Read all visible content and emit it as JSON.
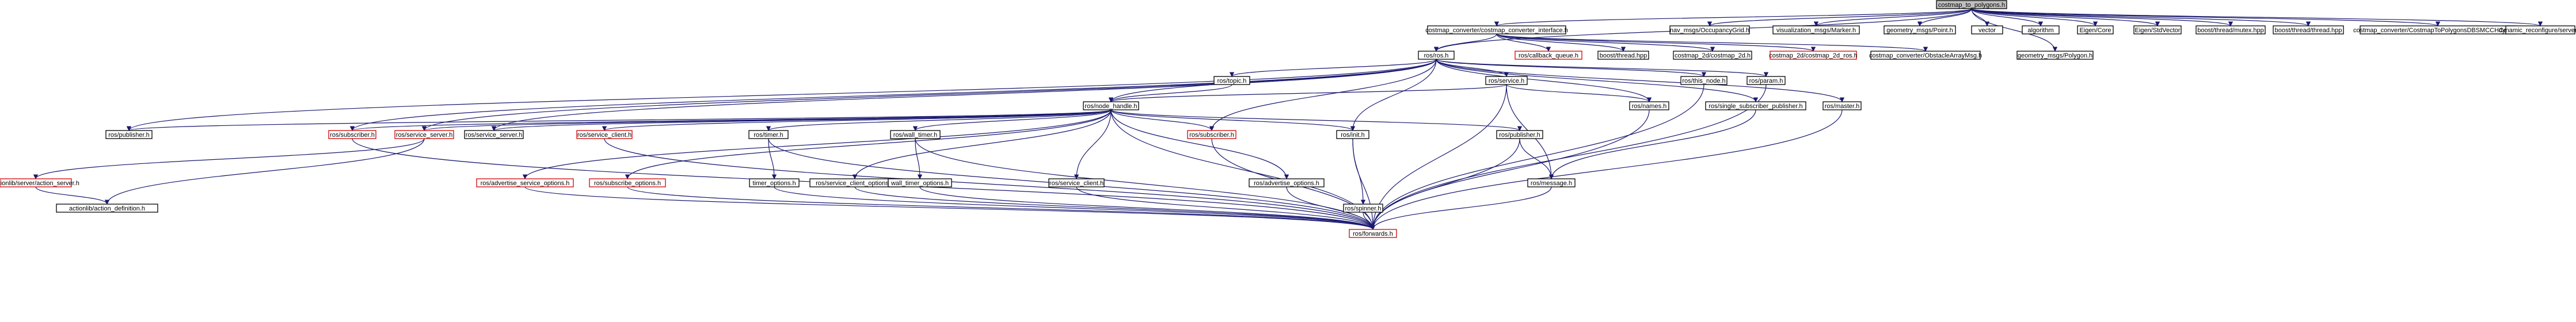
{
  "nodes": [
    {
      "id": "root",
      "label": "costmap_to_polygons.h",
      "kind": "root"
    },
    {
      "id": "cmc_iface",
      "label": "costmap_converter/costmap_converter_interface.h",
      "kind": "normal"
    },
    {
      "id": "occgrid",
      "label": "nav_msgs/OccupancyGrid.h",
      "kind": "normal"
    },
    {
      "id": "marker",
      "label": "visualization_msgs/Marker.h",
      "kind": "normal"
    },
    {
      "id": "point",
      "label": "geometry_msgs/Point.h",
      "kind": "normal"
    },
    {
      "id": "vector",
      "label": "vector",
      "kind": "normal"
    },
    {
      "id": "algorithm",
      "label": "algorithm",
      "kind": "normal"
    },
    {
      "id": "eigencore",
      "label": "Eigen/Core",
      "kind": "normal"
    },
    {
      "id": "eigenstd",
      "label": "Eigen/StdVector",
      "kind": "normal"
    },
    {
      "id": "mutex",
      "label": "boost/thread/mutex.hpp",
      "kind": "normal"
    },
    {
      "id": "thread",
      "label": "boost/thread/thread.hpp",
      "kind": "normal"
    },
    {
      "id": "dbsmcc",
      "label": "costmap_converter/CostmapToPolygonsDBSMCCHConfig.h",
      "kind": "normal"
    },
    {
      "id": "dynreconf",
      "label": "dynamic_reconfigure/server.h",
      "kind": "normal"
    },
    {
      "id": "rosh",
      "label": "ros/ros.h",
      "kind": "normal"
    },
    {
      "id": "cbqueue",
      "label": "ros/callback_queue.h",
      "kind": "red"
    },
    {
      "id": "boostthread",
      "label": "boost/thread.hpp",
      "kind": "normal"
    },
    {
      "id": "costmap2d",
      "label": "costmap_2d/costmap_2d.h",
      "kind": "normal"
    },
    {
      "id": "costmap2dros",
      "label": "costmap_2d/costmap_2d_ros.h",
      "kind": "red"
    },
    {
      "id": "obstaclemsg",
      "label": "costmap_converter/ObstacleArrayMsg.h",
      "kind": "normal"
    },
    {
      "id": "polygon",
      "label": "geometry_msgs/Polygon.h",
      "kind": "normal"
    },
    {
      "id": "topic",
      "label": "ros/topic.h",
      "kind": "normal"
    },
    {
      "id": "service",
      "label": "ros/service.h",
      "kind": "normal"
    },
    {
      "id": "thisnode",
      "label": "ros/this_node.h",
      "kind": "normal"
    },
    {
      "id": "param",
      "label": "ros/param.h",
      "kind": "normal"
    },
    {
      "id": "nodehandle",
      "label": "ros/node_handle.h",
      "kind": "normal"
    },
    {
      "id": "names",
      "label": "ros/names.h",
      "kind": "normal"
    },
    {
      "id": "singlesub",
      "label": "ros/single_subscriber_publisher.h",
      "kind": "normal"
    },
    {
      "id": "master",
      "label": "ros/master.h",
      "kind": "normal"
    },
    {
      "id": "publisher",
      "label": "ros/publisher.h",
      "kind": "normal"
    },
    {
      "id": "subscriber1",
      "label": "ros/subscriber.h",
      "kind": "red"
    },
    {
      "id": "servserv1",
      "label": "ros/service_server.h",
      "kind": "red"
    },
    {
      "id": "servserv2",
      "label": "ros/service_server.h",
      "kind": "normal"
    },
    {
      "id": "servclient",
      "label": "ros/service_client.h",
      "kind": "red"
    },
    {
      "id": "timer",
      "label": "ros/timer.h",
      "kind": "normal"
    },
    {
      "id": "walltimer",
      "label": "ros/wall_timer.h",
      "kind": "normal"
    },
    {
      "id": "subscriber2",
      "label": "ros/subscriber.h",
      "kind": "red"
    },
    {
      "id": "init",
      "label": "ros/init.h",
      "kind": "normal"
    },
    {
      "id": "publisher2",
      "label": "ros/publisher.h",
      "kind": "normal"
    },
    {
      "id": "actserver",
      "label": "actionlib/server/action_server.h",
      "kind": "red"
    },
    {
      "id": "actdef",
      "label": "actionlib/action_definition.h",
      "kind": "normal"
    },
    {
      "id": "advsrvopts",
      "label": "ros/advertise_service_options.h",
      "kind": "red"
    },
    {
      "id": "subopts",
      "label": "ros/subscribe_options.h",
      "kind": "red"
    },
    {
      "id": "timeropts",
      "label": "timer_options.h",
      "kind": "normal"
    },
    {
      "id": "svcclientopts",
      "label": "ros/service_client_options.h",
      "kind": "normal"
    },
    {
      "id": "walltimeropts",
      "label": "wall_timer_options.h",
      "kind": "normal"
    },
    {
      "id": "svcclient2",
      "label": "ros/service_client.h",
      "kind": "normal"
    },
    {
      "id": "advopts",
      "label": "ros/advertise_options.h",
      "kind": "normal"
    },
    {
      "id": "spinner",
      "label": "ros/spinner.h",
      "kind": "normal"
    },
    {
      "id": "message",
      "label": "ros/message.h",
      "kind": "normal"
    },
    {
      "id": "forwards",
      "label": "ros/forwards.h",
      "kind": "red"
    }
  ],
  "edges": [
    [
      "root",
      "cmc_iface"
    ],
    [
      "root",
      "occgrid"
    ],
    [
      "root",
      "marker"
    ],
    [
      "root",
      "point"
    ],
    [
      "root",
      "vector"
    ],
    [
      "root",
      "algorithm"
    ],
    [
      "root",
      "eigencore"
    ],
    [
      "root",
      "eigenstd"
    ],
    [
      "root",
      "mutex"
    ],
    [
      "root",
      "thread"
    ],
    [
      "root",
      "dbsmcc"
    ],
    [
      "root",
      "dynreconf"
    ],
    [
      "root",
      "rosh"
    ],
    [
      "root",
      "polygon"
    ],
    [
      "cmc_iface",
      "rosh"
    ],
    [
      "cmc_iface",
      "cbqueue"
    ],
    [
      "cmc_iface",
      "boostthread"
    ],
    [
      "cmc_iface",
      "costmap2d"
    ],
    [
      "cmc_iface",
      "costmap2dros"
    ],
    [
      "cmc_iface",
      "obstaclemsg"
    ],
    [
      "rosh",
      "topic"
    ],
    [
      "rosh",
      "service"
    ],
    [
      "rosh",
      "thisnode"
    ],
    [
      "rosh",
      "param"
    ],
    [
      "rosh",
      "nodehandle"
    ],
    [
      "rosh",
      "names"
    ],
    [
      "rosh",
      "singlesub"
    ],
    [
      "rosh",
      "master"
    ],
    [
      "rosh",
      "publisher"
    ],
    [
      "rosh",
      "subscriber1"
    ],
    [
      "rosh",
      "servserv1"
    ],
    [
      "rosh",
      "servserv2"
    ],
    [
      "rosh",
      "init"
    ],
    [
      "rosh",
      "subscriber2"
    ],
    [
      "topic",
      "nodehandle"
    ],
    [
      "service",
      "nodehandle"
    ],
    [
      "service",
      "names"
    ],
    [
      "service",
      "message"
    ],
    [
      "service",
      "forwards"
    ],
    [
      "nodehandle",
      "publisher"
    ],
    [
      "nodehandle",
      "subscriber1"
    ],
    [
      "nodehandle",
      "servserv1"
    ],
    [
      "nodehandle",
      "servserv2"
    ],
    [
      "nodehandle",
      "servclient"
    ],
    [
      "nodehandle",
      "timer"
    ],
    [
      "nodehandle",
      "walltimer"
    ],
    [
      "nodehandle",
      "subscriber2"
    ],
    [
      "nodehandle",
      "init"
    ],
    [
      "nodehandle",
      "publisher2"
    ],
    [
      "nodehandle",
      "advsrvopts"
    ],
    [
      "nodehandle",
      "subopts"
    ],
    [
      "nodehandle",
      "svcclientopts"
    ],
    [
      "nodehandle",
      "svcclient2"
    ],
    [
      "nodehandle",
      "advopts"
    ],
    [
      "nodehandle",
      "forwards"
    ],
    [
      "servserv1",
      "actserver"
    ],
    [
      "servserv1",
      "actdef"
    ],
    [
      "actserver",
      "actdef"
    ],
    [
      "timer",
      "timeropts"
    ],
    [
      "timer",
      "forwards"
    ],
    [
      "walltimer",
      "walltimeropts"
    ],
    [
      "walltimer",
      "forwards"
    ],
    [
      "init",
      "spinner"
    ],
    [
      "init",
      "forwards"
    ],
    [
      "publisher2",
      "message"
    ],
    [
      "publisher2",
      "forwards"
    ],
    [
      "advsrvopts",
      "forwards"
    ],
    [
      "subopts",
      "forwards"
    ],
    [
      "timeropts",
      "forwards"
    ],
    [
      "svcclientopts",
      "forwards"
    ],
    [
      "walltimeropts",
      "forwards"
    ],
    [
      "svcclient2",
      "forwards"
    ],
    [
      "advopts",
      "forwards"
    ],
    [
      "spinner",
      "forwards"
    ],
    [
      "message",
      "forwards"
    ],
    [
      "names",
      "forwards"
    ],
    [
      "master",
      "forwards"
    ],
    [
      "thisnode",
      "forwards"
    ],
    [
      "param",
      "forwards"
    ],
    [
      "singlesub",
      "message"
    ],
    [
      "subscriber2",
      "forwards"
    ],
    [
      "subscriber1",
      "forwards"
    ],
    [
      "servclient",
      "forwards"
    ]
  ]
}
